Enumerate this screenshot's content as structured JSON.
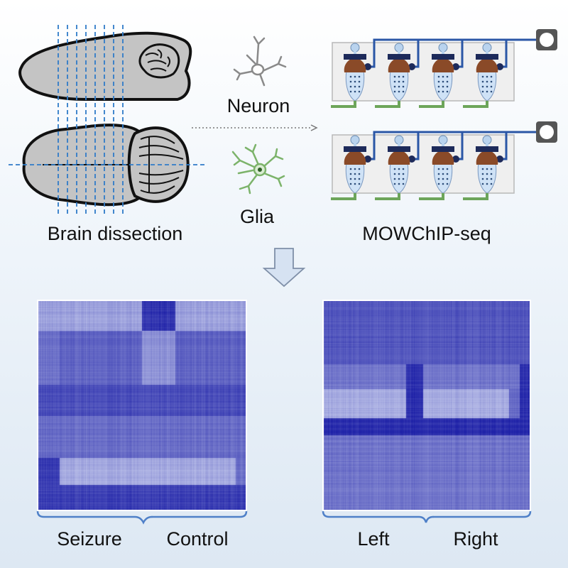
{
  "labels": {
    "brain_dissection": "Brain dissection",
    "neuron": "Neuron",
    "glia": "Glia",
    "mowchip": "MOWChIP-seq",
    "seizure": "Seizure",
    "control": "Control",
    "left": "Left",
    "right": "Right"
  },
  "colors": {
    "brain_fill": "#c4c4c4",
    "heatmap_dark": "#1f22a8",
    "heatmap_light": "#b3b8e6",
    "chip_wire": "#2a56a6",
    "chip_outlet": "#6da55a",
    "chip_valve": "#1d2a5a",
    "bead": "#8a4a28",
    "arrow": "#cfdcee"
  },
  "icons": [
    "neuron-icon",
    "glia-icon",
    "down-arrow-icon",
    "chip-connector-icon"
  ]
}
